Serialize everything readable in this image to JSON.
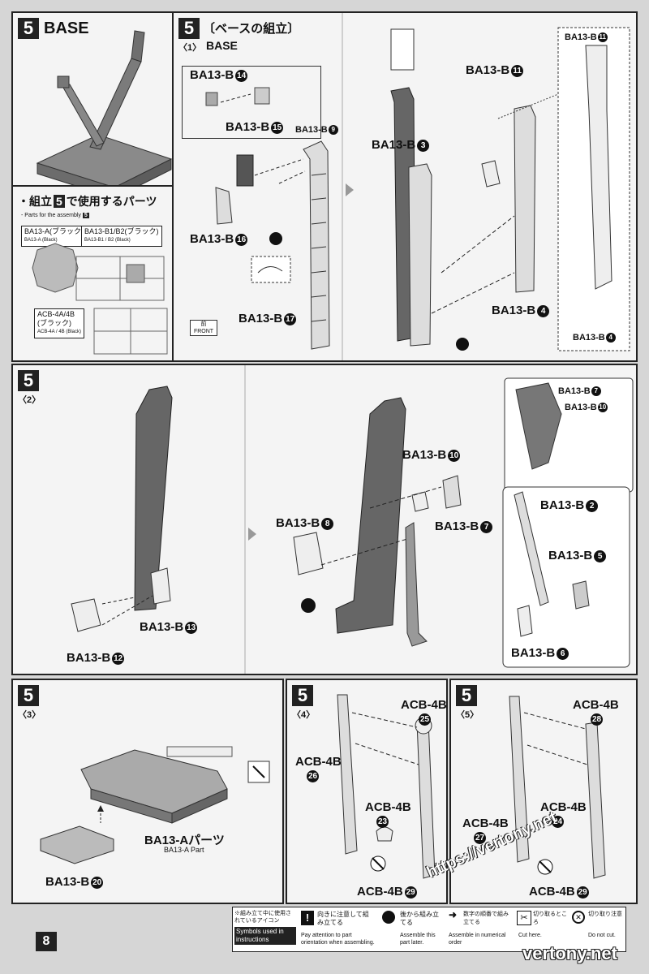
{
  "overview": {
    "step": "5",
    "title": "BASE"
  },
  "parts_box": {
    "title_pre": "・組立",
    "title_num": "5",
    "title_post": "で使用するパーツ",
    "subtitle": "- Parts for the assembly",
    "subtitle_num": "5",
    "tag_a": "BA13-A(ブラック)",
    "tag_a_en": "BA13-A (Black)",
    "tag_b": "BA13-B1/B2(ブラック)",
    "tag_b_en": "BA13-B1 / B2 (Black)",
    "tag_acb": "ACB-4A/4B",
    "tag_acb2": "(ブラック)",
    "tag_acb_en": "ACB-4A / 4B (Black)"
  },
  "step1": {
    "num": "5",
    "sub": "〈1〉",
    "title_jp": "〔ベースの組立〕",
    "title_en": "BASE",
    "labels": [
      {
        "t": "BA13-B",
        "n": "14"
      },
      {
        "t": "BA13-B",
        "n": "15"
      },
      {
        "t": "BA13-B",
        "n": "9"
      },
      {
        "t": "BA13-B",
        "n": "16"
      },
      {
        "t": "BA13-B",
        "n": "17"
      },
      {
        "t": "BA13-B",
        "n": "3"
      },
      {
        "t": "BA13-B",
        "n": "11"
      },
      {
        "t": "BA13-B",
        "n": "4"
      },
      {
        "t": "BA13-B",
        "n": "11"
      },
      {
        "t": "BA13-B",
        "n": "4"
      }
    ],
    "front_jp": "前",
    "front_en": "FRONT"
  },
  "step2": {
    "num": "5",
    "sub": "〈2〉",
    "labels": [
      {
        "t": "BA13-B",
        "n": "13"
      },
      {
        "t": "BA13-B",
        "n": "12"
      },
      {
        "t": "BA13-B",
        "n": "10"
      },
      {
        "t": "BA13-B",
        "n": "8"
      },
      {
        "t": "BA13-B",
        "n": "7"
      },
      {
        "t": "BA13-B",
        "n": "7"
      },
      {
        "t": "BA13-B",
        "n": "10"
      },
      {
        "t": "BA13-B",
        "n": "2"
      },
      {
        "t": "BA13-B",
        "n": "5"
      },
      {
        "t": "BA13-B",
        "n": "6"
      }
    ]
  },
  "step3": {
    "num": "5",
    "sub": "〈3〉",
    "part_jp": "BA13-Aパーツ",
    "part_en": "BA13-A Part",
    "label_t": "BA13-B",
    "label_n": "20"
  },
  "step4": {
    "num": "5",
    "sub": "〈4〉",
    "labels": [
      {
        "t": "ACB-4B",
        "n": "25"
      },
      {
        "t": "ACB-4B",
        "n": "26"
      },
      {
        "t": "ACB-4B",
        "n": "23"
      },
      {
        "t": "ACB-4B",
        "n": "29"
      }
    ]
  },
  "step5": {
    "num": "5",
    "sub": "〈5〉",
    "labels": [
      {
        "t": "ACB-4B",
        "n": "28"
      },
      {
        "t": "ACB-4B",
        "n": "27"
      },
      {
        "t": "ACB-4B",
        "n": "24"
      },
      {
        "t": "ACB-4B",
        "n": "29"
      }
    ]
  },
  "legend": {
    "head_jp": "※組み立て中に使用されているアイコン",
    "head_en": "Symbols used in instructions",
    "c1_jp": "向きに注意して組み立てる",
    "c1_en": "Pay attention to part orientation when assembling.",
    "c2_jp": "後から組み立てる",
    "c2_en": "Assemble this part later.",
    "c3_jp": "数字の順番で組み立てる",
    "c3_en": "Assemble in numerical order",
    "c4_jp": "切り取るところ",
    "c4_en": "Cut here.",
    "c5_jp": "切り取り注意",
    "c5_en": "Do not cut."
  },
  "page_number": "8",
  "watermark": {
    "url": "https://vertony.net",
    "site": "vertony.net"
  }
}
